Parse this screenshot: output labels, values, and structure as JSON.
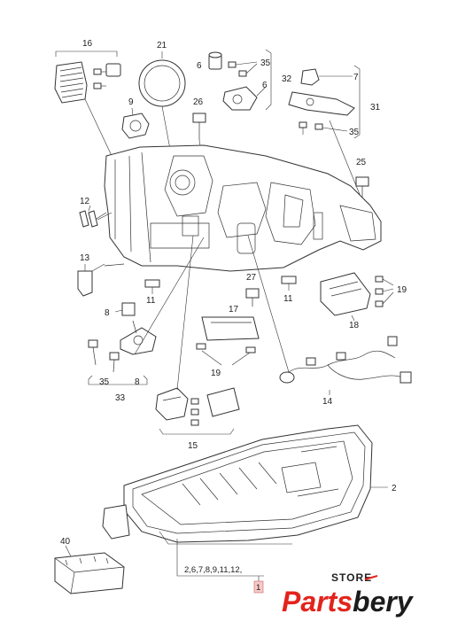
{
  "callouts": {
    "c16": "16",
    "c21": "21",
    "c6a": "6",
    "c35a": "35",
    "c32": "32",
    "c6b": "6",
    "c7": "7",
    "c31": "31",
    "c35b": "35",
    "c9": "9",
    "c26": "26",
    "c25": "25",
    "c12": "12",
    "c13": "13",
    "c11a": "11",
    "c11b": "11",
    "c27": "27",
    "c19a": "19",
    "c8a": "8",
    "c17": "17",
    "c18": "18",
    "c19b": "19",
    "c35c": "35",
    "c8b": "8",
    "c33": "33",
    "c14": "14",
    "c15": "15",
    "c2": "2",
    "c40": "40"
  },
  "assembly_list": "2,6,7,8,9,11,12,",
  "assembly_number": "1",
  "logo": {
    "store": "STORE",
    "part1": "Parts",
    "part2": "bery"
  },
  "colors": {
    "brand_red": "#e2241c",
    "line": "#333333"
  }
}
